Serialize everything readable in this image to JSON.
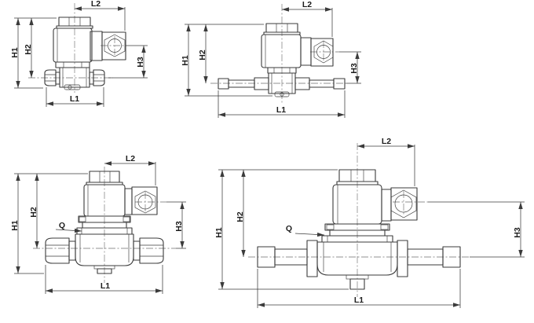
{
  "page": {
    "background": "#ffffff"
  },
  "colors": {
    "object_line": "#3b3b3b",
    "dimension_line": "#3b3b3b",
    "centerline": "#6e6e6e",
    "label_text": "#1c1c1c"
  },
  "drawings": [
    {
      "name": "solenoid-valve-flare-small",
      "dims": {
        "L1": "L1",
        "L2": "L2",
        "H1": "H1",
        "H2": "H2",
        "H3": "H3"
      }
    },
    {
      "name": "solenoid-valve-solder-small",
      "dims": {
        "L1": "L1",
        "L2": "L2",
        "H1": "H1",
        "H2": "H2",
        "H3": "H3"
      }
    },
    {
      "name": "solenoid-valve-flare-large",
      "dims": {
        "L1": "L1",
        "L2": "L2",
        "H1": "H1",
        "H2": "H2",
        "H3": "H3",
        "Q": "Q"
      }
    },
    {
      "name": "solenoid-valve-solder-large",
      "dims": {
        "L1": "L1",
        "L2": "L2",
        "H1": "H1",
        "H2": "H2",
        "H3": "H3",
        "Q": "Q"
      }
    }
  ]
}
